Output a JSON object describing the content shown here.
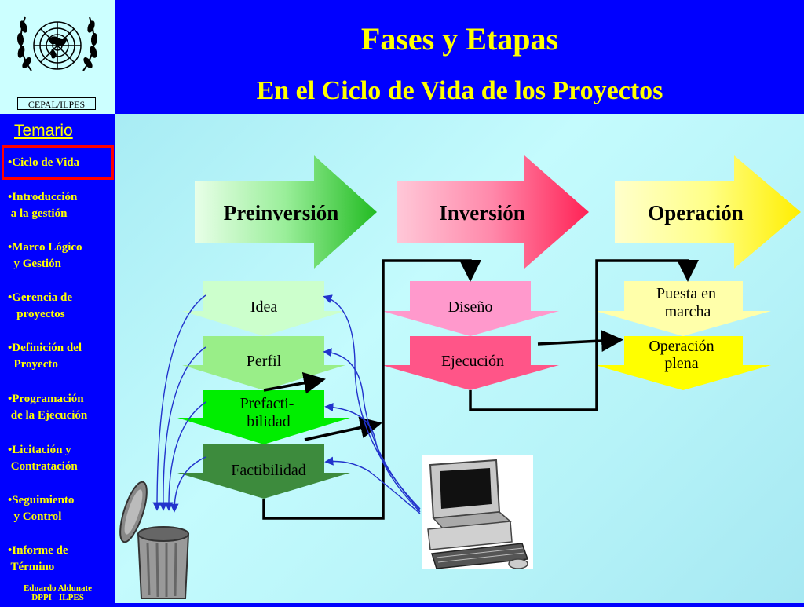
{
  "header": {
    "title": "Fases y Etapas",
    "subtitle": "En el Ciclo de Vida de los Proyectos"
  },
  "logo": {
    "label": "CEPAL/ILPES"
  },
  "sidebar": {
    "heading": "Temario",
    "items": [
      {
        "label": "•Ciclo de Vida"
      },
      {
        "label": "•Introducción\n a la gestión"
      },
      {
        "label": "•Marco Lógico\n  y Gestión"
      },
      {
        "label": "•Gerencia de\n   proyectos"
      },
      {
        "label": "•Definición del\n  Proyecto"
      },
      {
        "label": "•Programación\n de la Ejecución"
      },
      {
        "label": "•Licitación y\n Contratación"
      },
      {
        "label": "•Seguimiento\n  y Control"
      },
      {
        "label": "•Informe de\n Término"
      }
    ],
    "author_line1": "Eduardo Aldunate",
    "author_line2": "DPPI - ILPES"
  },
  "diagram": {
    "phases": [
      {
        "label": "Preinversión",
        "color": "#33cc33"
      },
      {
        "label": "Inversión",
        "color": "#ff3366"
      },
      {
        "label": "Operación",
        "color": "#ffff00"
      }
    ],
    "preinversion_stages": [
      "Idea",
      "Perfil",
      "Prefacti-",
      "bilidad",
      "Factibilidad"
    ],
    "inversion_stages": [
      "Diseño",
      "Ejecución"
    ],
    "operacion_stages": [
      "Puesta en",
      "marcha",
      "Operación",
      "plena"
    ]
  },
  "icons": [
    "un-emblem-icon",
    "trash-can-icon",
    "computer-icon"
  ]
}
